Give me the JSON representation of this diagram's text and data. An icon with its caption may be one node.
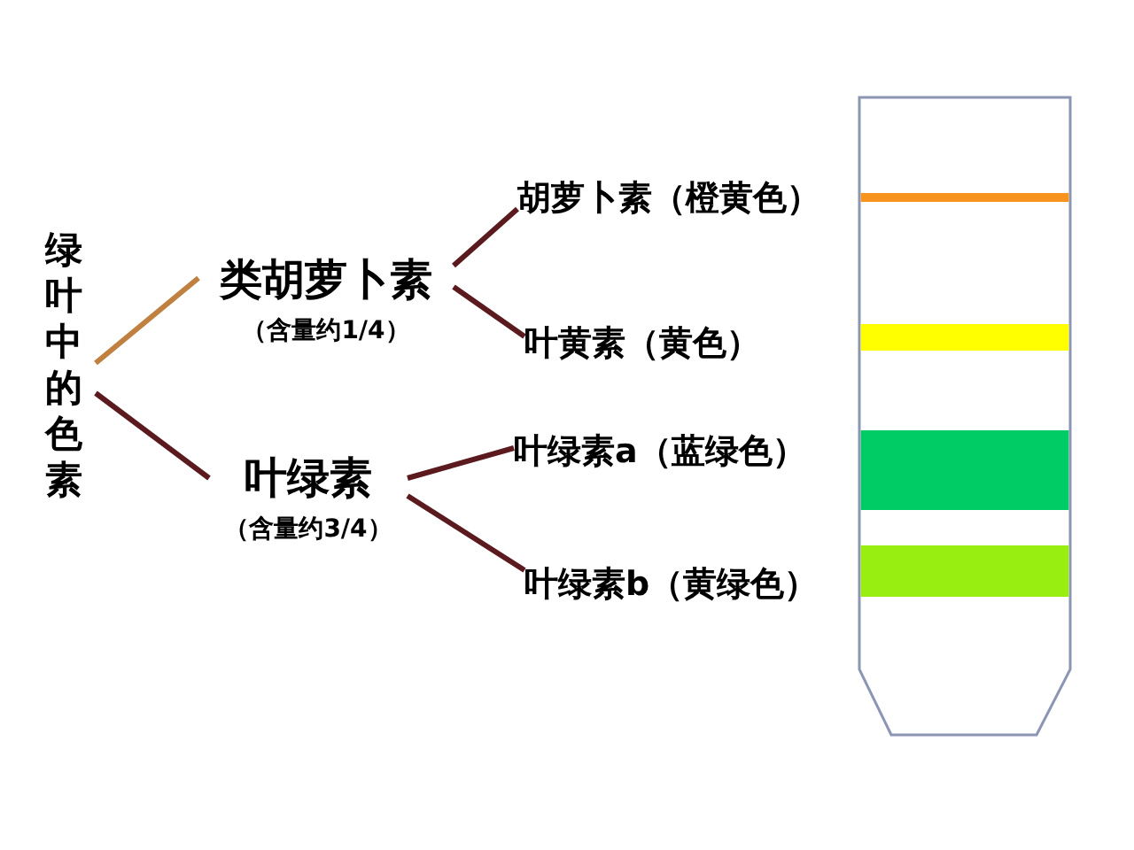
{
  "diagram": {
    "nodes": [
      {
        "text": [
          "绿叶中的色素"
        ]
      },
      {
        "text": [
          "类胡萝卜素",
          "（含量约1/4）"
        ]
      },
      {
        "text": [
          "叶绿素",
          "（含量约3/4）"
        ]
      },
      {
        "text": [
          "胡萝卜素（橙黄色）"
        ]
      },
      {
        "text": [
          "叶黄素（黄色）"
        ]
      },
      {
        "text": [
          "叶绿素a（蓝绿色）"
        ]
      },
      {
        "text": [
          "叶绿素b（黄绿色）"
        ]
      }
    ],
    "edges": [
      {
        "from": 0,
        "to": 1,
        "arrow": "none",
        "color": "#c08040"
      },
      {
        "from": 0,
        "to": 2,
        "arrow": "none"
      },
      {
        "from": 1,
        "to": 3,
        "arrow": "none"
      },
      {
        "from": 1,
        "to": 4,
        "arrow": "none"
      },
      {
        "from": 2,
        "to": 5,
        "arrow": "none"
      },
      {
        "from": 2,
        "to": 6,
        "arrow": "none"
      }
    ]
  }
}
